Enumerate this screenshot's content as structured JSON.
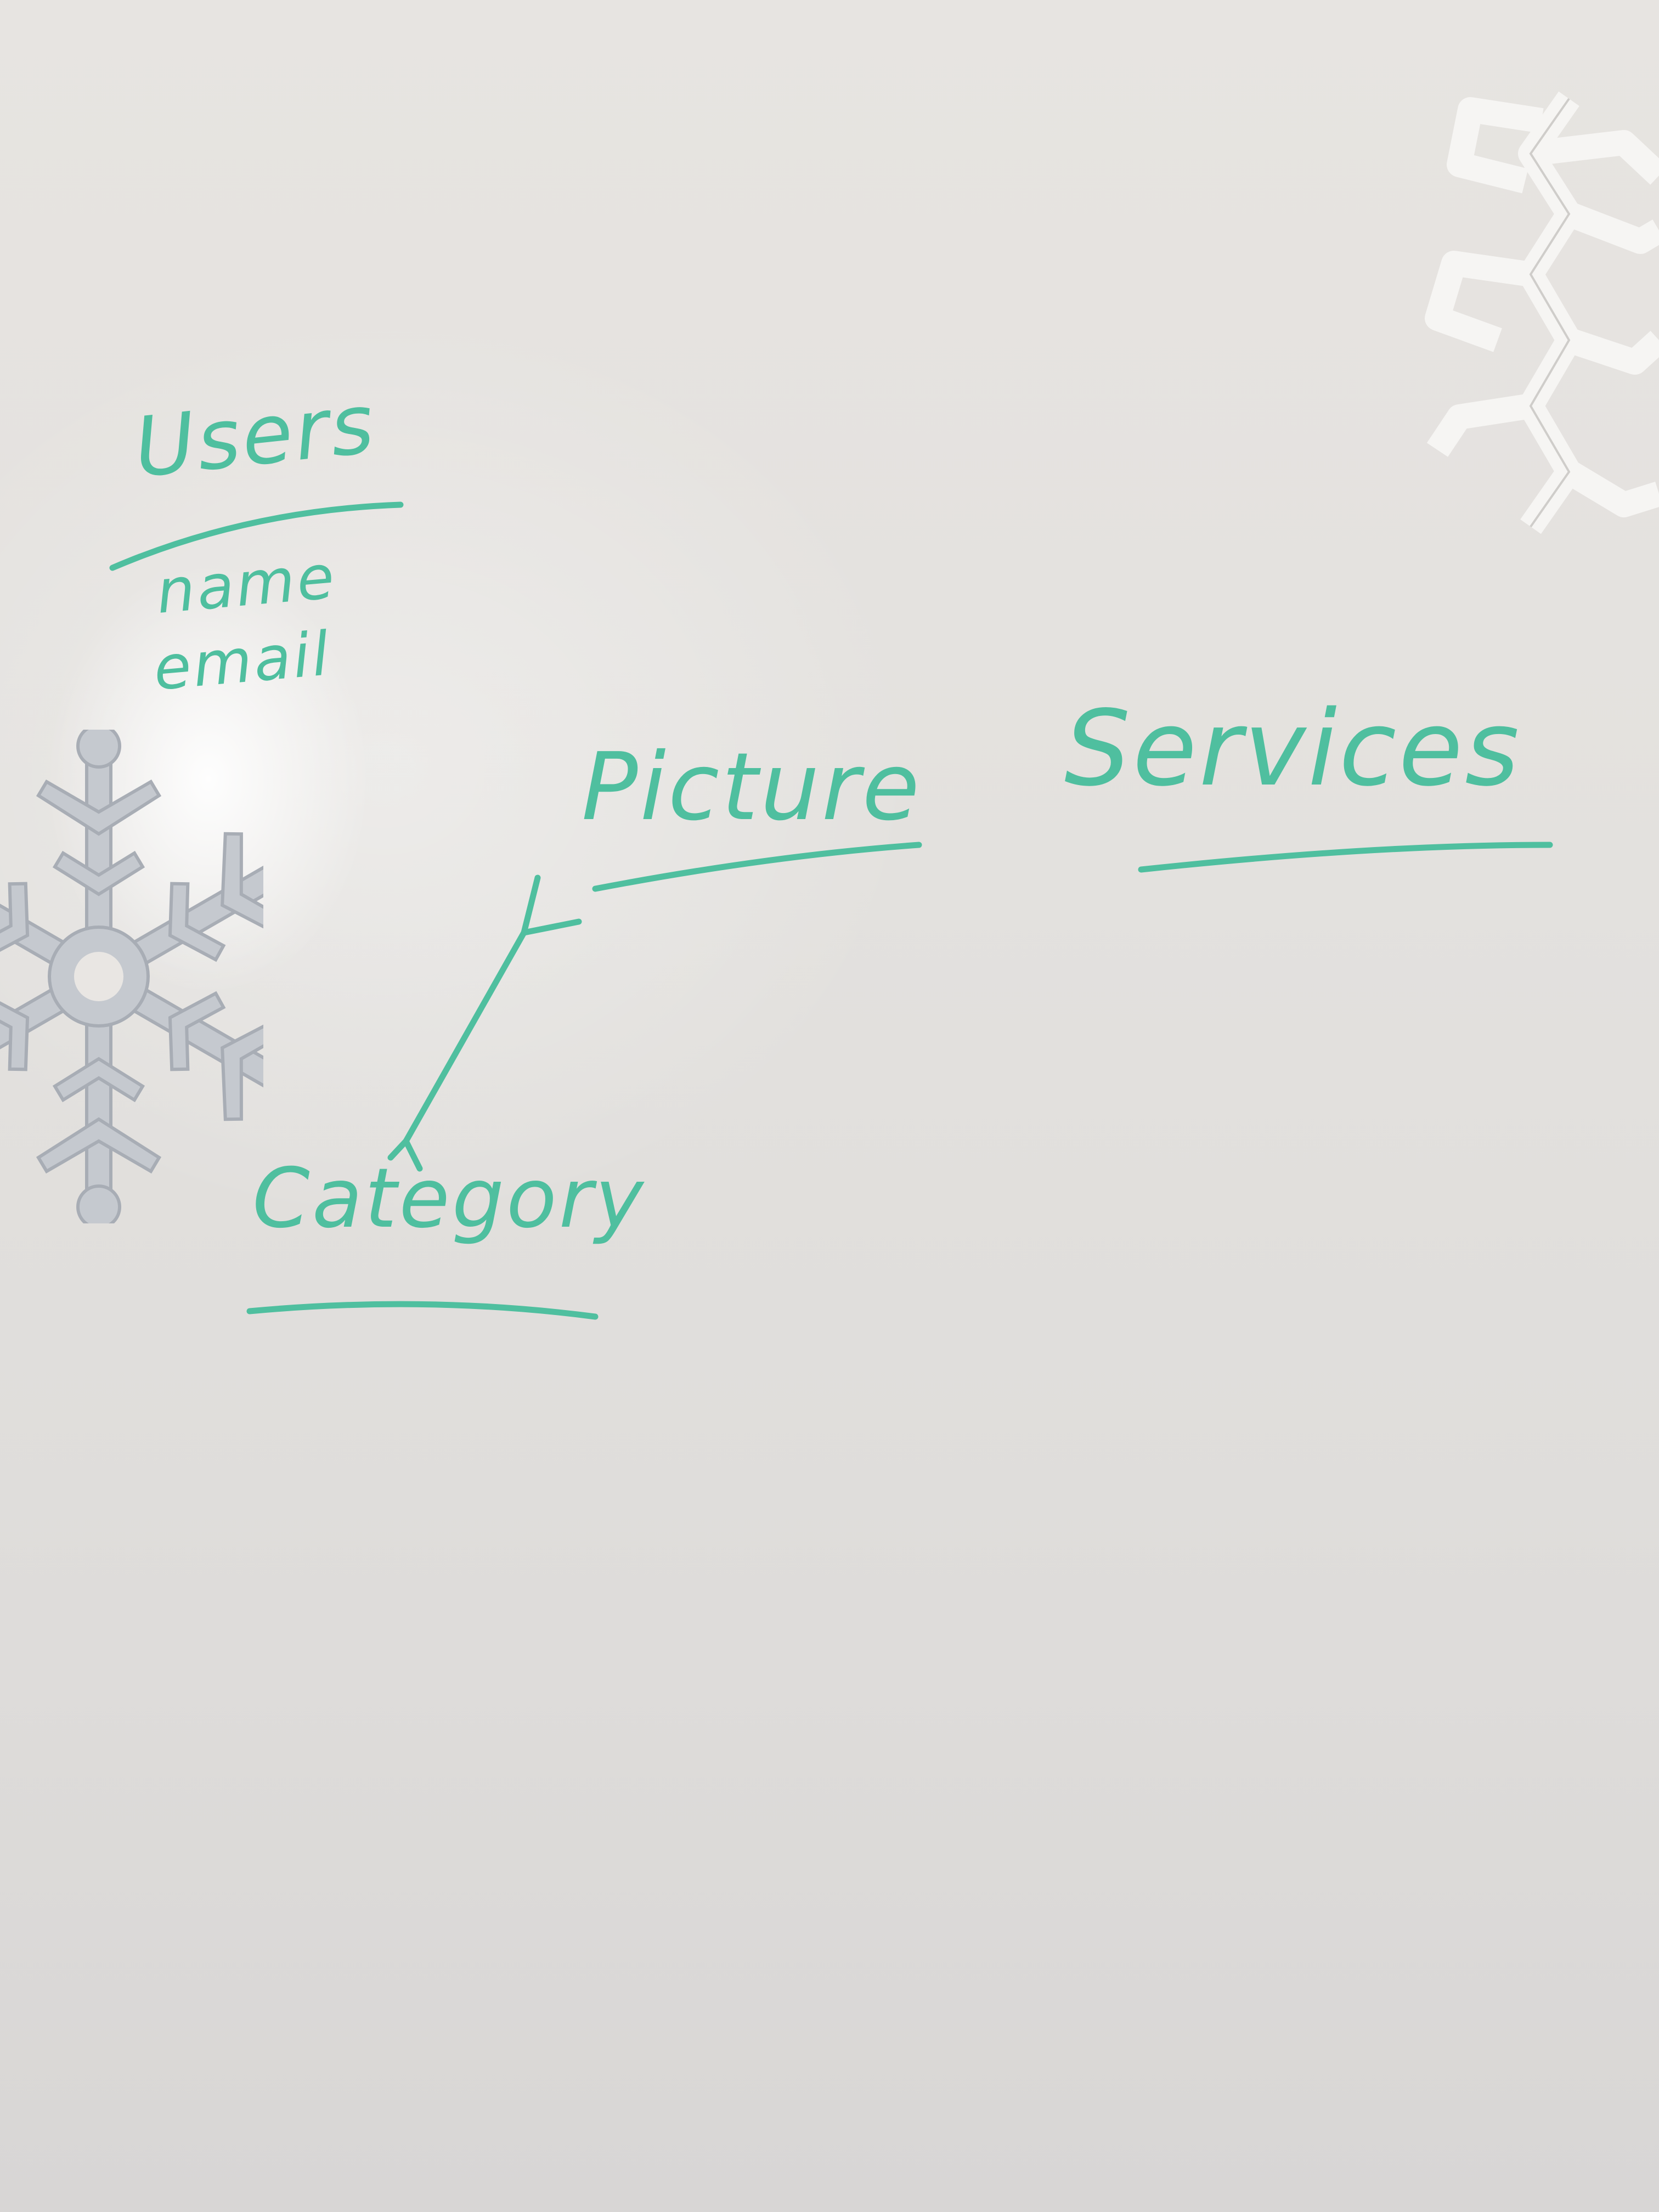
{
  "whiteboard": {
    "ink_color": "#4fbf9f",
    "entities": {
      "users": {
        "title": "Users",
        "fields": [
          "name",
          "email"
        ]
      },
      "picture": {
        "title": "Picture"
      },
      "services": {
        "title": "Services"
      },
      "category": {
        "title": "Category"
      }
    },
    "relations": [
      {
        "from": "Category",
        "to": "Picture",
        "arrowheads": "both"
      }
    ],
    "decorations": [
      "snowflake-cutout-silver",
      "snowflake-cutout-white"
    ]
  }
}
